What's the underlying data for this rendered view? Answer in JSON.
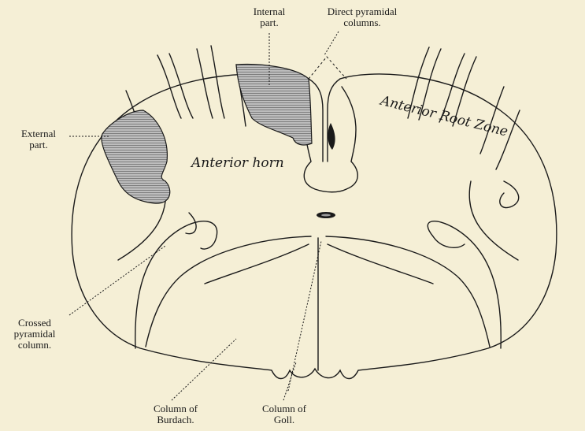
{
  "labels": {
    "internal_part": [
      "Internal",
      "part."
    ],
    "direct_pyramidal": [
      "Direct pyramidal",
      "columns."
    ],
    "external_part": [
      "External",
      "part."
    ],
    "crossed_pyramidal": [
      "Crossed",
      "pyramidal",
      "column."
    ],
    "column_burdach": [
      "Column of",
      "Burdach."
    ],
    "column_goll": [
      "Column of",
      "Goll."
    ]
  },
  "in_figure_text": {
    "anterior_horn": "Anterior horn",
    "anterior_root_zone": "Anterior Root Zone"
  },
  "colors": {
    "paper": "#f5efd6",
    "ink": "#1a1a1a",
    "shading": "#9a9a9a"
  }
}
